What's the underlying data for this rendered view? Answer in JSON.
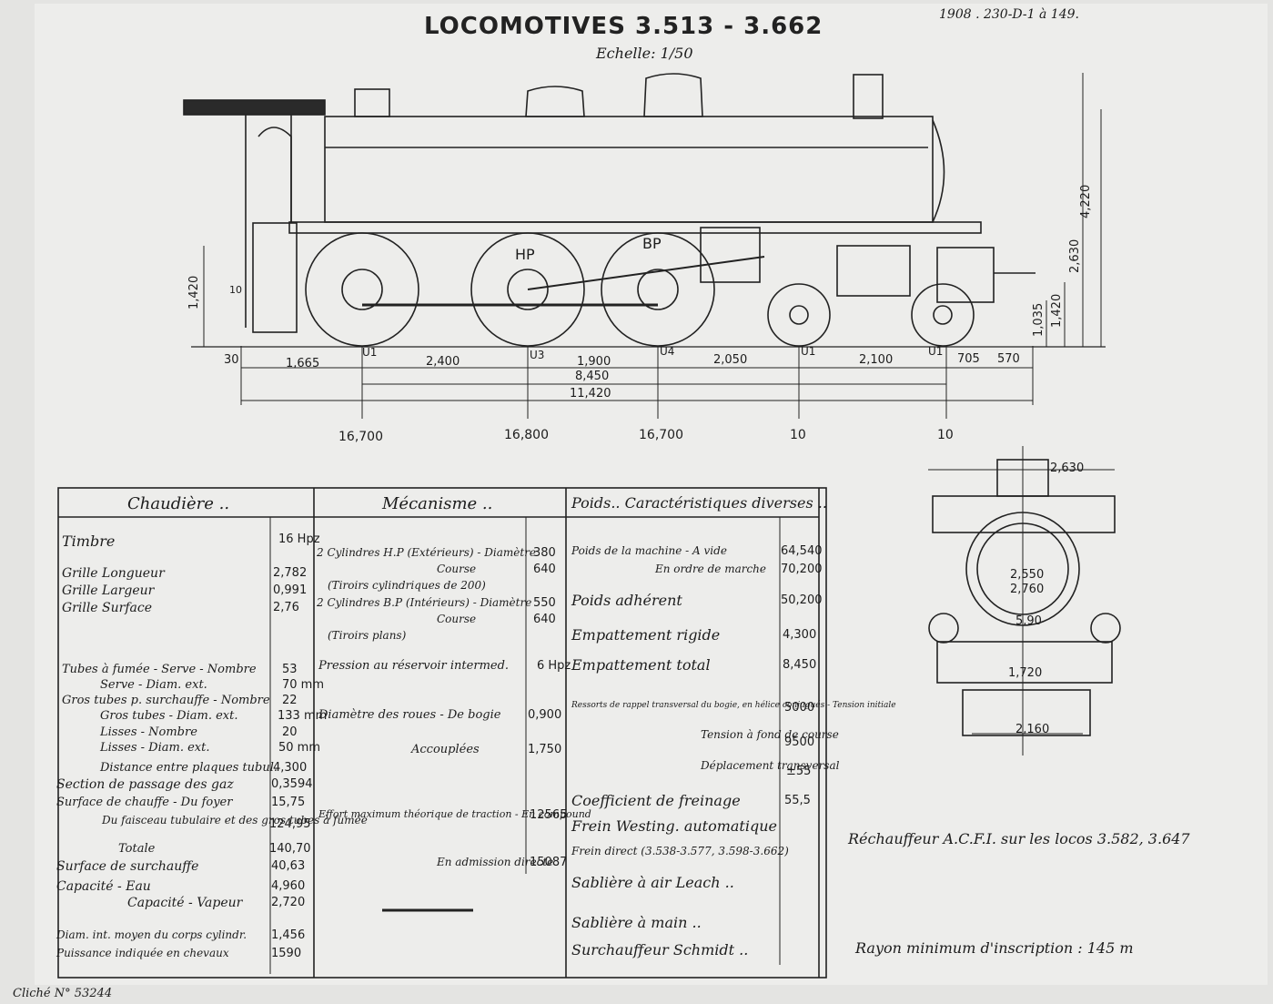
{
  "header": {
    "title": "LOCOMOTIVES 3.513 - 3.662",
    "scale": "Echelle: 1/50",
    "reference": "1908 . 230-D-1 à 149."
  },
  "drawing": {
    "cylinder_labels": [
      "HP",
      "BP"
    ],
    "dims_horizontal": [
      "30",
      "1,665",
      "2,400",
      "1,900",
      "2,050",
      "2,100",
      "705",
      "570",
      "8,450",
      "11,420"
    ],
    "wheel_marks": [
      "U1",
      "U3",
      "U4",
      "U1",
      "U1"
    ],
    "dims_vertical": [
      "1,420",
      "10",
      "1,035",
      "1,420",
      "2,630",
      "4,220"
    ],
    "axle_loads": [
      "16,700",
      "16,800",
      "16,700",
      "10",
      "10"
    ],
    "front_view_dims": [
      "2,630",
      "2,550",
      "2,760",
      "5,90",
      "1,720",
      "2,160"
    ]
  },
  "table": {
    "headers": [
      "Chaudière ..",
      "Mécanisme ..",
      "Poids.. Caractéristiques diverses .."
    ],
    "boiler_rows": [
      {
        "label": "Timbre",
        "value": "16 Hpz"
      },
      {
        "label": "Grille Longueur",
        "value": "2,782"
      },
      {
        "label": "Grille Largeur",
        "value": "0,991"
      },
      {
        "label": "Grille Surface",
        "value": "2,76"
      },
      {
        "label": "Tubes à fumée - Serve - Nombre",
        "value": "53"
      },
      {
        "label": "Serve - Diam. ext.",
        "value": "70 mm"
      },
      {
        "label": "Gros tubes p. surchauffe - Nombre",
        "value": "22"
      },
      {
        "label": "Gros tubes - Diam. ext.",
        "value": "133 mm"
      },
      {
        "label": "Lisses - Nombre",
        "value": "20"
      },
      {
        "label": "Lisses - Diam. ext.",
        "value": "50 mm"
      },
      {
        "label": "Distance entre plaques tubul.",
        "value": "4,300"
      },
      {
        "label": "Section de passage des gaz",
        "value": "0,3594"
      },
      {
        "label": "Surface de chauffe - Du foyer",
        "value": "15,75"
      },
      {
        "label": "Du faisceau tubulaire et des gros tubes à fumée",
        "value": "124,95"
      },
      {
        "label": "Totale",
        "value": "140,70"
      },
      {
        "label": "Surface de surchauffe",
        "value": "40,63"
      },
      {
        "label": "Capacité - Eau",
        "value": "4,960"
      },
      {
        "label": "Capacité - Vapeur",
        "value": "2,720"
      },
      {
        "label": "Diam. int. moyen du corps cylindr.",
        "value": "1,456"
      },
      {
        "label": "Puissance indiquée en chevaux",
        "value": "1590"
      }
    ],
    "mechanism_rows": [
      {
        "label": "2 Cylindres H.P (Extérieurs) - Diamètre",
        "value": "380"
      },
      {
        "label": "Course",
        "value": "640"
      },
      {
        "label": "(Tiroirs cylindriques de 200)",
        "value": ""
      },
      {
        "label": "2 Cylindres B.P (Intérieurs) - Diamètre",
        "value": "550"
      },
      {
        "label": "Course",
        "value": "640"
      },
      {
        "label": "(Tiroirs plans)",
        "value": ""
      },
      {
        "label": "Pression au réservoir intermed.",
        "value": "6 Hpz"
      },
      {
        "label": "Diamètre des roues - De bogie",
        "value": "0,900"
      },
      {
        "label": "Accouplées",
        "value": "1,750"
      },
      {
        "label": "Effort maximum théorique de traction - En compound",
        "value": "12565"
      },
      {
        "label": "En admission directe",
        "value": "15087"
      }
    ],
    "weight_rows": [
      {
        "label": "Poids de la machine - A vide",
        "value": "64,540"
      },
      {
        "label": "En ordre de marche",
        "value": "70,200"
      },
      {
        "label": "Poids adhérent",
        "value": "50,200"
      },
      {
        "label": "Empattement rigide",
        "value": "4,300"
      },
      {
        "label": "Empattement total",
        "value": "8,450"
      },
      {
        "label": "Ressorts de rappel transversal du bogie, en hélice conjugués - Tension initiale",
        "value": "5000"
      },
      {
        "label": "Tension à fond de course",
        "value": "9500"
      },
      {
        "label": "Déplacement transversal",
        "value": "±55"
      },
      {
        "label": "Coefficient de freinage",
        "value": "55,5"
      },
      {
        "label": "Frein Westing. automatique",
        "value": ""
      },
      {
        "label": "Frein direct (3.538-3.577, 3.598-3.662)",
        "value": ""
      },
      {
        "label": "Sablière à air Leach ..",
        "value": ""
      },
      {
        "label": "Sablière à main ..",
        "value": ""
      },
      {
        "label": "Surchauffeur Schmidt ..",
        "value": ""
      }
    ]
  },
  "notes": {
    "rechauffeur": "Réchauffeur A.C.F.I. sur les locos 3.582, 3.647",
    "rayon": "Rayon minimum d'inscription : 145 m"
  },
  "footer": {
    "cliche": "Cliché N° 53244"
  }
}
